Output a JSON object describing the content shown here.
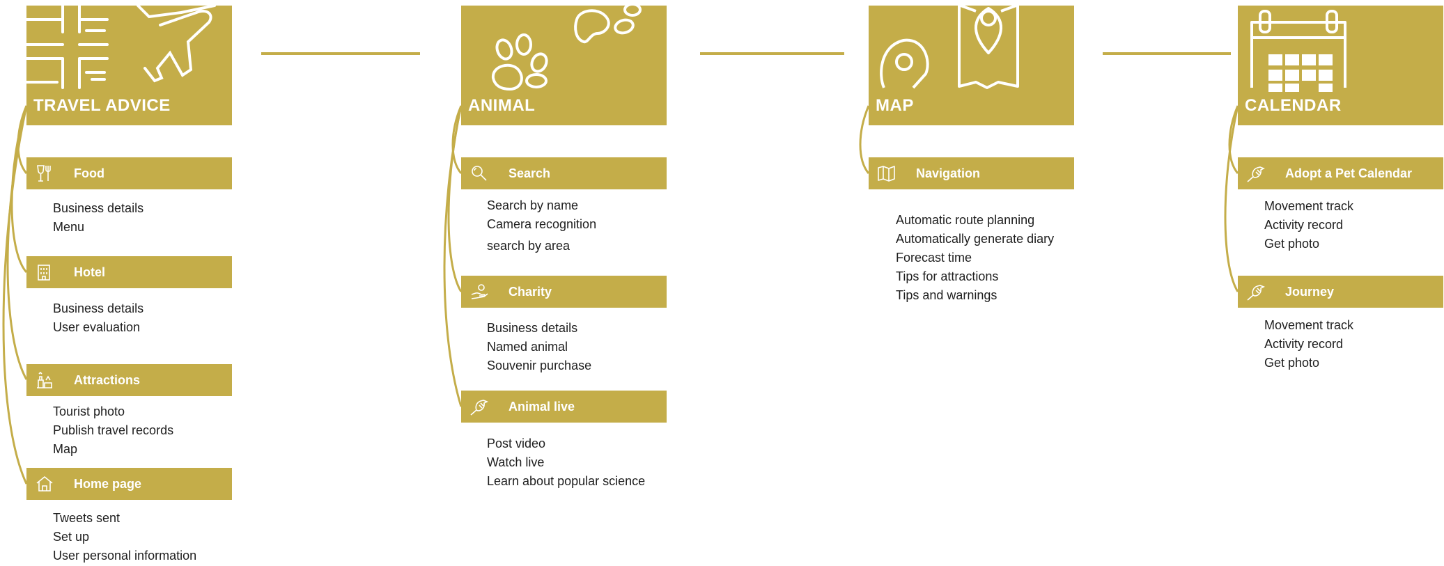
{
  "colors": {
    "gold": "#c4ad49",
    "text": "#1e1e1e",
    "white": "#ffffff"
  },
  "columns": [
    {
      "title": "TRAVEL ADVICE",
      "art": "travel-icons",
      "sections": [
        {
          "label": "Food",
          "icon": "food-icon",
          "items": [
            "Business details",
            "Menu"
          ]
        },
        {
          "label": "Hotel",
          "icon": "hotel-icon",
          "items": [
            "Business details",
            "User evaluation"
          ]
        },
        {
          "label": "Attractions",
          "icon": "attractions-icon",
          "items": [
            "Tourist photo",
            "Publish travel records",
            "Map"
          ]
        },
        {
          "label": "Home page",
          "icon": "home-icon",
          "items": [
            "Tweets sent",
            "Set up",
            "User personal information"
          ]
        }
      ]
    },
    {
      "title": "ANIMAL",
      "art": "paw-icons",
      "sections": [
        {
          "label": "Search",
          "icon": "search-icon",
          "items": [
            "Search by name",
            "Camera recognition",
            "search by area"
          ]
        },
        {
          "label": "Charity",
          "icon": "charity-icon",
          "items": [
            "Business details",
            "Named animal",
            "Souvenir purchase"
          ]
        },
        {
          "label": "Animal live",
          "icon": "bird-icon",
          "items": [
            "Post video",
            "Watch live",
            "Learn about popular science"
          ]
        }
      ]
    },
    {
      "title": "MAP",
      "art": "map-icons",
      "sections": [
        {
          "label": "Navigation",
          "icon": "map-icon",
          "items": [
            "Automatic route planning",
            "Automatically generate diary",
            "Forecast time",
            "Tips for attractions",
            "Tips and warnings"
          ]
        }
      ]
    },
    {
      "title": "CALENDAR",
      "art": "calendar-icons",
      "sections": [
        {
          "label": "Adopt a Pet Calendar",
          "icon": "bird-icon",
          "items": [
            "Movement track",
            "Activity record",
            "Get photo"
          ]
        },
        {
          "label": "Journey",
          "icon": "bird-icon",
          "items": [
            "Movement track",
            "Activity record",
            "Get photo"
          ]
        }
      ]
    }
  ]
}
